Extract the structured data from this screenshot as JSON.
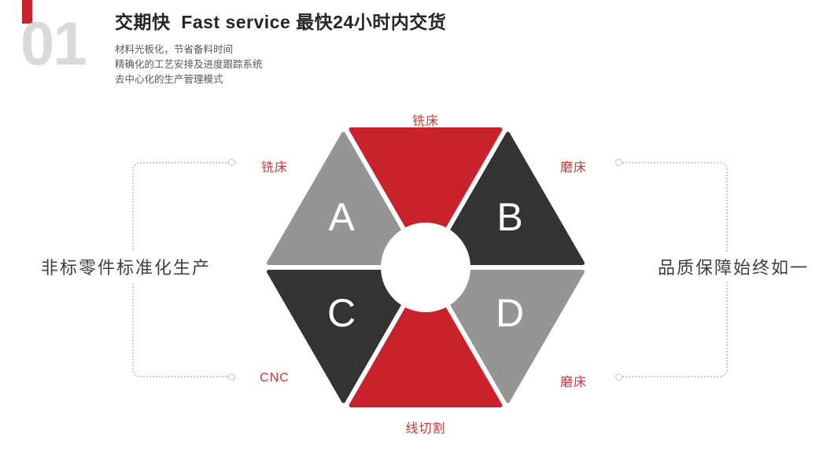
{
  "header": {
    "number": "01",
    "title": "交期快  Fast service 最快24小时内交货",
    "bullets": [
      "材料光板化，节省备料时间",
      "精确化的工艺安排及进度跟踪系统",
      "去中心化的生产管理模式"
    ]
  },
  "diagram": {
    "letters": {
      "a": "A",
      "b": "B",
      "c": "C",
      "d": "D"
    },
    "labels": {
      "top": "铣床",
      "upper_left": "铣床",
      "upper_right": "磨床",
      "lower_left": "CNC",
      "lower_right": "磨床",
      "bottom": "线切割"
    },
    "side_left": "非标零件标准化生产",
    "side_right": "品质保障始终如一",
    "colors": {
      "segment_red": "#c8232c",
      "segment_dark": "#333333",
      "segment_gray": "#959595",
      "label_red": "#ca353b",
      "number_gray": "#d9d9d9",
      "connector_gray": "#cccccc"
    }
  }
}
